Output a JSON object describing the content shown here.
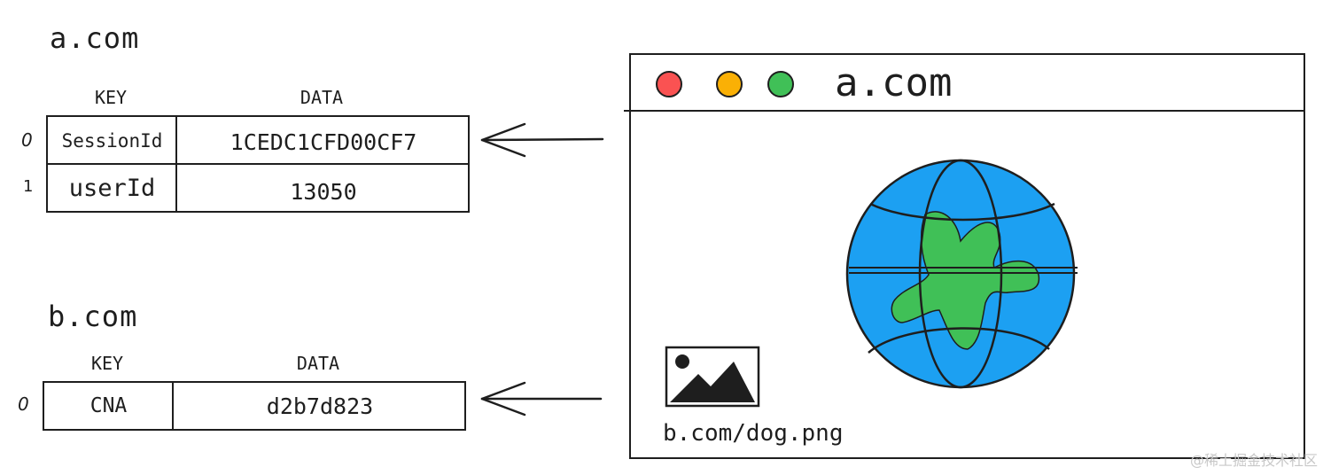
{
  "site_a": {
    "title": "a.com",
    "col_key": "KEY",
    "col_data": "DATA",
    "rows": [
      {
        "index": "0",
        "key": "SessionId",
        "data": "1CEDC1CFD00CF7"
      },
      {
        "index": "1",
        "key": "userId",
        "data": "13050"
      }
    ]
  },
  "site_b": {
    "title": "b.com",
    "col_key": "KEY",
    "col_data": "DATA",
    "rows": [
      {
        "index": "0",
        "key": "CNA",
        "data": "d2b7d823"
      }
    ]
  },
  "browser": {
    "title": "a.com",
    "image_caption": "b.com/dog.png",
    "colors": {
      "close": "#fa5252",
      "minimize": "#fab005",
      "maximize": "#40c057",
      "ocean": "#1ca0f2",
      "land": "#40c057"
    }
  },
  "watermark": "@稀土掘金技术社区"
}
